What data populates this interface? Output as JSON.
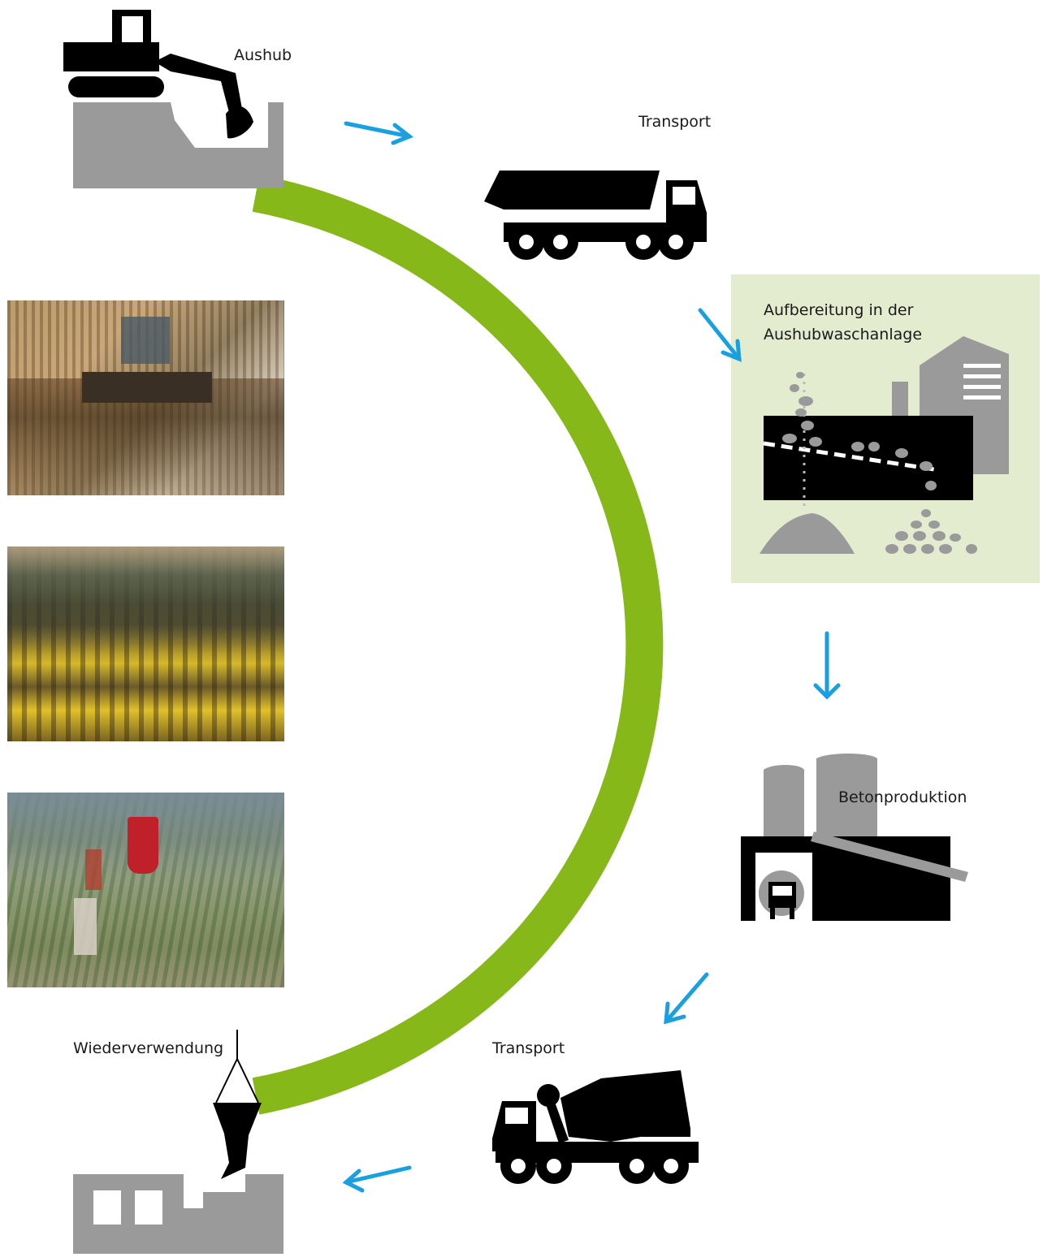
{
  "labels": {
    "aushub": "Aushub",
    "transport_top": "Transport",
    "aufbereitung_line1": "Aufbereitung in der",
    "aufbereitung_line2": "Aushubwaschanlage",
    "betonproduktion": "Betonproduktion",
    "transport_bottom": "Transport",
    "wiederverwendung": "Wiederverwendung"
  },
  "colors": {
    "cycle_arc": "#86b81a",
    "arrow": "#1a9fe0",
    "icon_black": "#000000",
    "icon_grey": "#9a9a9a",
    "plant_background": "#e4ecd0"
  },
  "icons": [
    "excavator-icon",
    "dump-truck-icon",
    "washing-plant-icon",
    "concrete-plant-icon",
    "mixer-truck-icon",
    "crane-bucket-icon",
    "building-icon"
  ],
  "photos": [
    "excavation-photo",
    "washing-plant-photo",
    "concrete-pouring-photo"
  ]
}
